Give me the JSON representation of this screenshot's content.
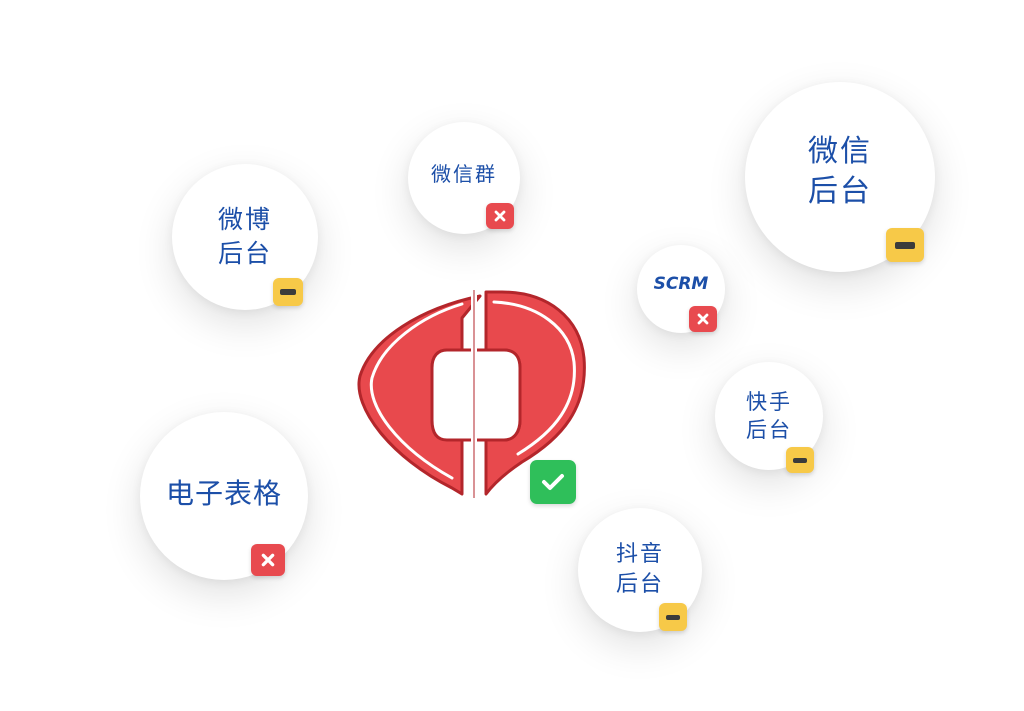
{
  "colors": {
    "text": "#1c4fa8",
    "logo_red": "#e8494d",
    "x_badge": "#e84a4f",
    "minus_badge": "#f7c948",
    "check_badge": "#2fbf5a"
  },
  "center_logo": {
    "status_icon": "check-icon"
  },
  "bubbles": [
    {
      "label": "微博\n后台",
      "status_icon": "minus-icon"
    },
    {
      "label": "微信群",
      "status_icon": "close-icon"
    },
    {
      "label": "微信\n后台",
      "status_icon": "minus-icon"
    },
    {
      "label": "SCRM",
      "status_icon": "close-icon"
    },
    {
      "label": "快手\n后台",
      "status_icon": "minus-icon"
    },
    {
      "label": "电子表格",
      "status_icon": "close-icon"
    },
    {
      "label": "抖音\n后台",
      "status_icon": "minus-icon"
    }
  ]
}
